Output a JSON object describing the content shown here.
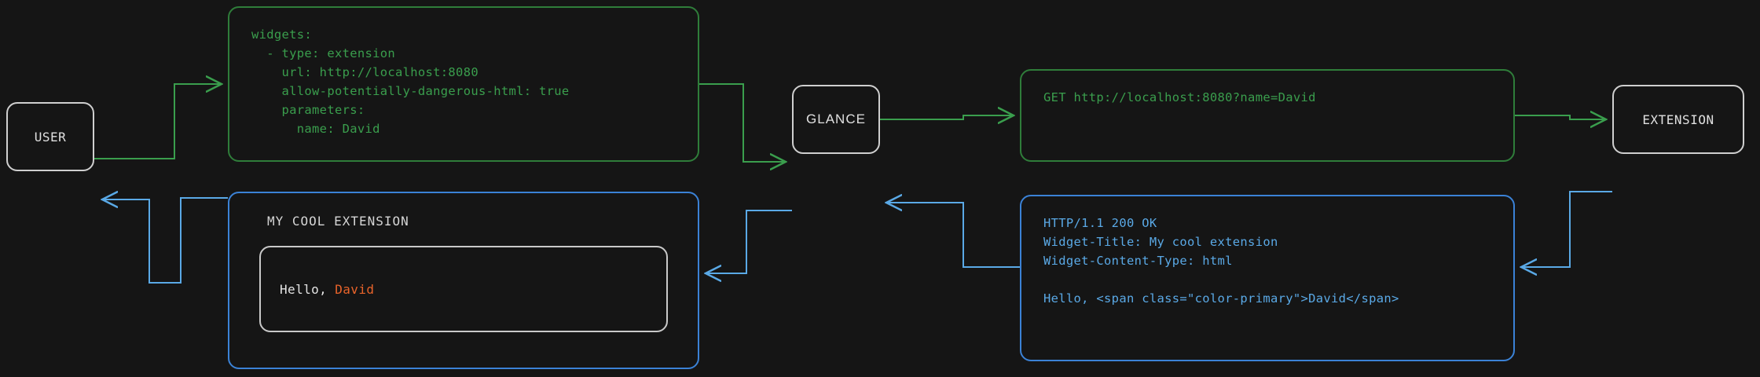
{
  "diagram": {
    "title": "Glance extension request/response flow",
    "background": "#151515",
    "colors": {
      "request_flow": "#3a9e4d",
      "response_flow": "#5aa9e6",
      "node_border": "#cfcfcf",
      "accent": "#e8632a"
    }
  },
  "nodes": {
    "user": {
      "label": "USER"
    },
    "glance": {
      "label": "GLANCE"
    },
    "extension": {
      "label": "EXTENSION"
    }
  },
  "panels": {
    "config": {
      "name": "glance-yaml-config",
      "color": "#3a9e4d",
      "text": "widgets:\n  - type: extension\n    url: http://localhost:8080\n    allow-potentially-dangerous-html: true\n    parameters:\n      name: David"
    },
    "request": {
      "name": "http-request",
      "color": "#3a9e4d",
      "text": "GET http://localhost:8080?name=David"
    },
    "response": {
      "name": "http-response",
      "color": "#5aa9e6",
      "text": "HTTP/1.1 200 OK\nWidget-Title: My cool extension\nWidget-Content-Type: html\n\nHello, <span class=\"color-primary\">David</span>"
    },
    "widget": {
      "name": "rendered-widget",
      "color": "#5aa9e6",
      "title": "MY COOL EXTENSION",
      "greeting_prefix": "Hello, ",
      "greeting_name": "David"
    }
  }
}
